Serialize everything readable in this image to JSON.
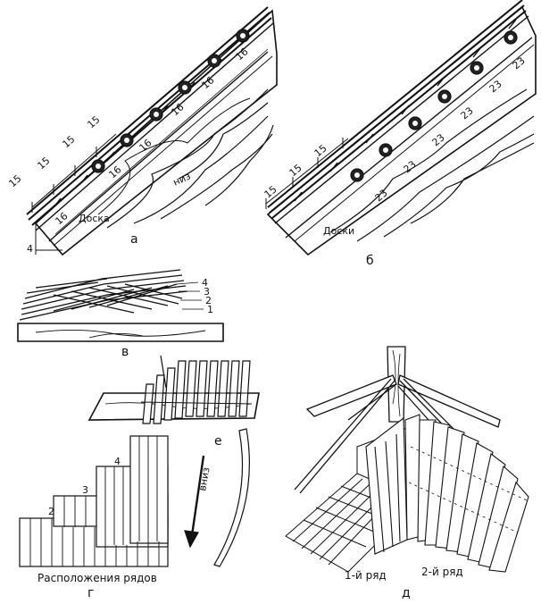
{
  "panel_a": {
    "spacing_labels": [
      "15",
      "15",
      "15",
      "15"
    ],
    "lap_labels": [
      "16",
      "16",
      "16",
      "16",
      "16",
      "16"
    ],
    "board_label": "Доска",
    "direction_label": "низ",
    "small_label": "4",
    "figure_letter": "а"
  },
  "panel_b": {
    "spacing_labels": [
      "15",
      "15",
      "15"
    ],
    "lap_labels": [
      "23",
      "23",
      "23",
      "23",
      "23",
      "23"
    ],
    "board_label": "Доски",
    "figure_letter": "б"
  },
  "panel_v": {
    "row_numbers": [
      "4",
      "3",
      "2",
      "1"
    ],
    "figure_letter": "в"
  },
  "panel_g": {
    "row_numbers": [
      "2",
      "3",
      "4"
    ],
    "caption": "Расположения рядов",
    "figure_letter": "г"
  },
  "panel_e": {
    "direction_label": "вниз",
    "figure_letter": "е"
  },
  "panel_d": {
    "row_1_label": "1-й ряд",
    "row_2_label": "2-й ряд",
    "figure_letter": "д"
  }
}
